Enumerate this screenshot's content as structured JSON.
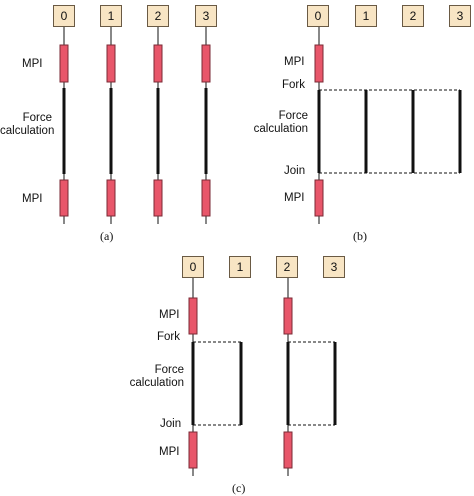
{
  "procs": [
    "0",
    "1",
    "2",
    "3"
  ],
  "labels": {
    "mpi": "MPI",
    "fork": "Fork",
    "force_line1": "Force",
    "force_line2": "calculation",
    "join": "Join"
  },
  "captions": {
    "a": "(a)",
    "b": "(b)",
    "c": "(c)"
  },
  "colors": {
    "mpi_block": "#e8566a",
    "box_fill": "#f8e5c4",
    "line": "#111111"
  }
}
